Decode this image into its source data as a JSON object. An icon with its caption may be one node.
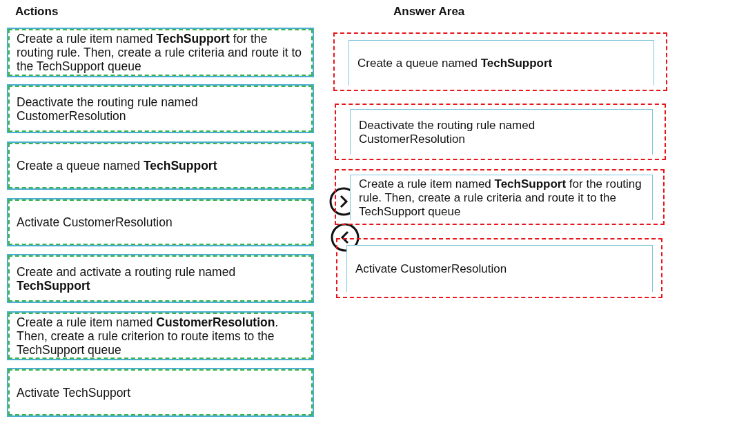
{
  "diagram": {
    "nodes": [
      {
        "text": [
          "Create a rule item named **TechSupport** for the routing rule. Then, create a rule criteria and route it to the TechSupport queue"
        ]
      },
      {
        "text": [
          "Deactivate the routing rule named CustomerResolution"
        ]
      },
      {
        "text": [
          "Create a queue named **TechSupport**"
        ]
      },
      {
        "text": [
          "Activate CustomerResolution"
        ]
      },
      {
        "text": [
          "Create and activate a routing rule named **TechSupport**"
        ]
      },
      {
        "text": [
          "Create a rule item named **CustomerResolution**. Then, create a rule criterion to route items to the TechSupport queue"
        ]
      },
      {
        "text": [
          "Activate TechSupport"
        ]
      },
      {
        "text": [
          "Create a queue named **TechSupport**"
        ]
      },
      {
        "text": [
          "Deactivate the routing rule named CustomerResolution"
        ]
      },
      {
        "text": [
          "Create a rule item named **TechSupport** for the routing rule. Then, create a rule criteria and route it to the TechSupport queue"
        ]
      },
      {
        "text": [
          "Activate CustomerResolution"
        ]
      }
    ],
    "edges": [],
    "labels": [
      "Actions",
      "Answer Area"
    ]
  }
}
